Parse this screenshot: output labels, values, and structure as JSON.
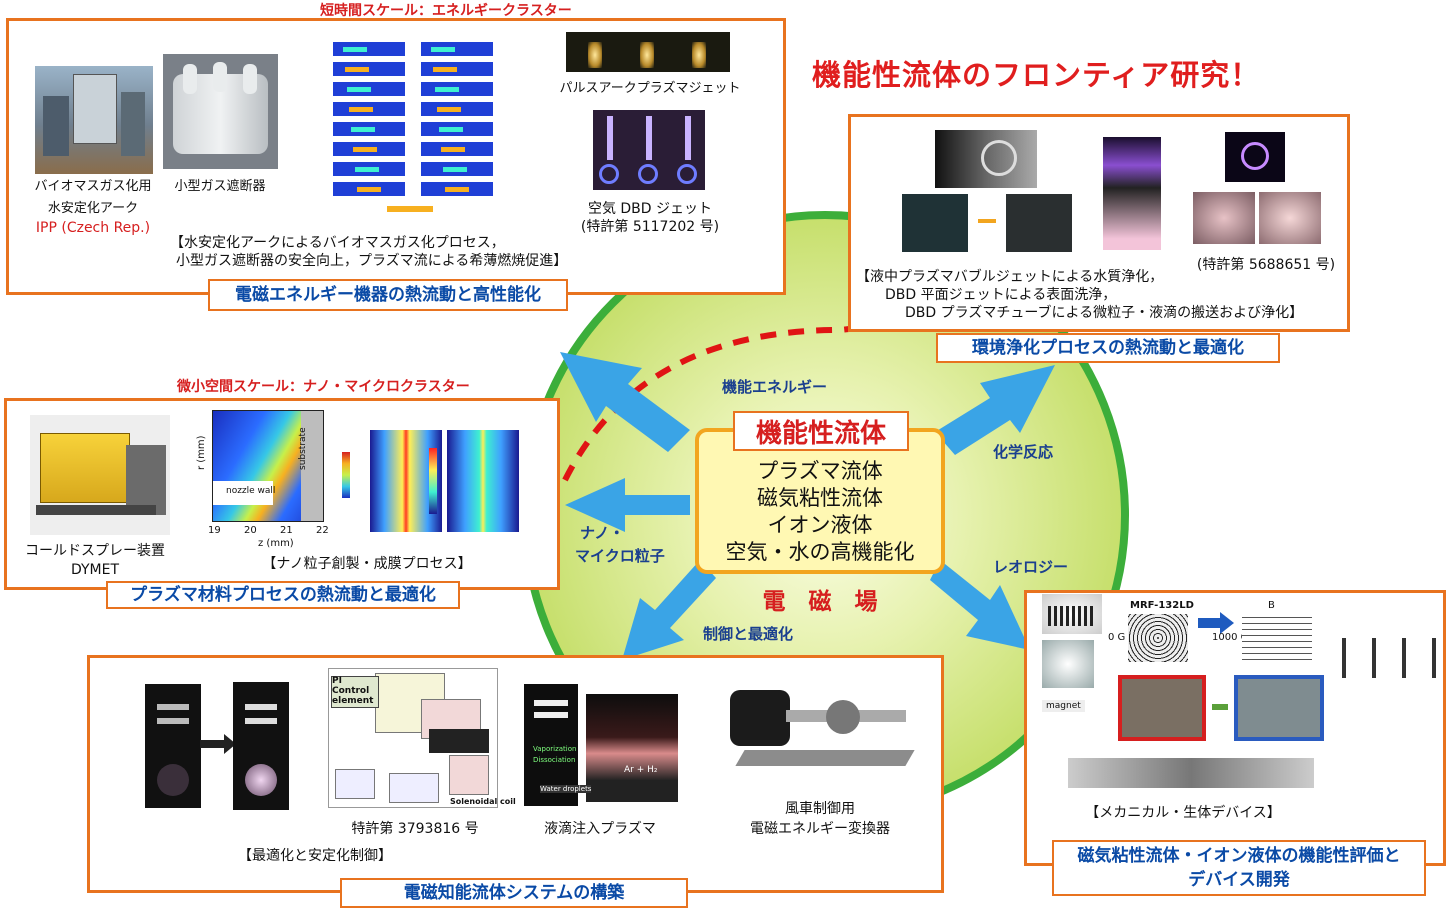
{
  "headline": "機能性流体のフロンティア研究！",
  "center": {
    "title": "機能性流体",
    "lines": [
      "プラズマ流体",
      "磁気粘性流体",
      "イオン液体",
      "空気・水の高機能化"
    ],
    "field": "電　磁　場"
  },
  "arrows": {
    "energy": "機能エネルギー",
    "chem": "化学反応",
    "nano_1": "ナノ・",
    "nano_2": "マイクロ粒子",
    "rheo": "レオロジー",
    "control": "制御と最適化"
  },
  "top_left": {
    "scale_title": "短時間スケール：エネルギークラスター",
    "cap_bio_1": "バイオマスガス化用",
    "cap_bio_2": "水安定化アーク",
    "cap_bio_3": "IPP (Czech Rep.)",
    "cap_breaker": "小型ガス遮断器",
    "cap_pulse": "パルスアークプラズマジェット",
    "cap_dbd_1": "空気 DBD ジェット",
    "cap_dbd_2": "(特許第 5117202 号)",
    "desc_1": "【水安定化アークによるバイオマスガス化プロセス，",
    "desc_2": "小型ガス遮断器の安全向上，プラズマ流による希薄燃焼促進】",
    "label": "電磁エネルギー機器の熱流動と高性能化"
  },
  "top_right": {
    "patent": "(特許第 5688651 号)",
    "desc_1": "【液中プラズマバブルジェットによる水質浄化，",
    "desc_2": "DBD 平面ジェットによる表面洗浄，",
    "desc_3": "DBD プラズマチューブによる微粒子・液滴の搬送および浄化】",
    "label": "環境浄化プロセスの熱流動と最適化"
  },
  "mid_left": {
    "scale_title": "微小空間スケール：ナノ・マイクロクラスター",
    "cap_spray_1": "コールドスプレー装置",
    "cap_spray_2": "DYMET",
    "cap_nano": "【ナノ粒子創製・成膜プロセス】",
    "label": "プラズマ材料プロセスの熱流動と最適化",
    "plot_xlabel": "z (mm)",
    "plot_ylabel": "r (mm)",
    "plot_ticks": [
      "19",
      "20",
      "21",
      "22"
    ],
    "plot_nozzle": "nozzle wall",
    "plot_substrate": "substrate"
  },
  "bottom": {
    "pi_control": "PI Control element",
    "patent": "特許第 3793816 号",
    "cap_droplet": "液滴注入プラズマ",
    "cap_wind_1": "風車制御用",
    "cap_wind_2": "電磁エネルギー変換器",
    "cap_opt": "【最適化と安定化制御】",
    "label": "電磁知能流体システムの構築",
    "droplet_labels": [
      "Vaporization",
      "Dissociation",
      "Water droplets",
      "Ar + H₂"
    ],
    "solenoid": "Solenoidal coil"
  },
  "bottom_right": {
    "mrf": "MRF-132LD",
    "og": "0 G",
    "kg": "1000 G",
    "b": "B",
    "magnet": "magnet",
    "cap_device": "【メカニカル・生体デバイス】",
    "label_1": "磁気粘性流体・イオン液体の機能性評価と",
    "label_2": "デバイス開発"
  },
  "colors": {
    "orange": "#e8731f",
    "blue_text": "#0a4aa6",
    "red_text": "#d61f1f",
    "arrow": "#3aa4e6",
    "circle_fill": "#d6e98a",
    "circle_ring": "#3cae3a",
    "dashed": "#e01414",
    "center_box": "#fff8b3"
  }
}
